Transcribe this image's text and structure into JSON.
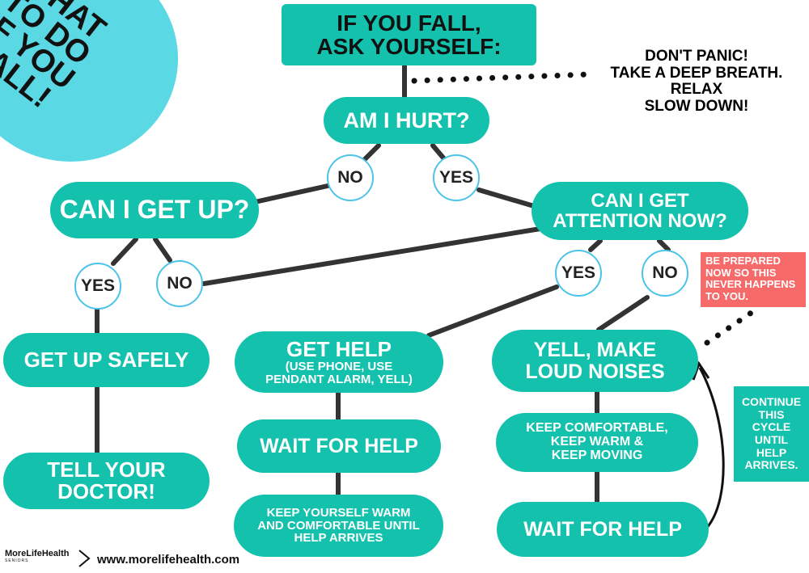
{
  "title_badge": [
    "WHAT",
    "TO DO",
    "IF YOU",
    "FALL!"
  ],
  "top_box": [
    "IF YOU FALL,",
    "ASK YOURSELF:"
  ],
  "calm_note": [
    "DON'T PANIC!",
    "TAKE A DEEP BREATH.",
    "RELAX",
    "SLOW DOWN!"
  ],
  "am_i_hurt": "AM I HURT?",
  "no_1": "NO",
  "yes_1": "YES",
  "can_get_up": "CAN I GET UP?",
  "can_get_attention": [
    "CAN I GET",
    "ATTENTION NOW?"
  ],
  "yes_up": "YES",
  "no_up": "NO",
  "yes_attention": "YES",
  "no_attention": "NO",
  "warning_note": [
    "BE PREPARED",
    "NOW SO THIS",
    "NEVER HAPPENS",
    "TO YOU."
  ],
  "get_up_safely": "GET UP SAFELY",
  "tell_doctor": [
    "TELL YOUR",
    "DOCTOR!"
  ],
  "get_help": {
    "title": "GET HELP",
    "detail": [
      "(USE PHONE, USE",
      "PENDANT ALARM, YELL)"
    ]
  },
  "wait_for_help_1": "WAIT FOR HELP",
  "keep_warm_until": [
    "KEEP YOURSELF WARM",
    "AND COMFORTABLE UNTIL",
    "HELP ARRIVES"
  ],
  "yell": [
    "YELL, MAKE",
    "LOUD NOISES"
  ],
  "keep_comfortable": [
    "KEEP COMFORTABLE,",
    "KEEP WARM &",
    "KEEP MOVING"
  ],
  "wait_for_help_2": "WAIT FOR HELP",
  "cycle_note": [
    "CONTINUE",
    "THIS",
    "CYCLE",
    "UNTIL",
    "HELP",
    "ARRIVES."
  ],
  "brand": {
    "name": "MoreLifeHealth",
    "tagline": "SENIORS"
  },
  "website": "www.morelifehealth.com",
  "colors": {
    "teal": "#13c1ad",
    "badge": "#5ad8e3",
    "warning": "#f76a6a",
    "circle_border": "#4cc3e8"
  }
}
